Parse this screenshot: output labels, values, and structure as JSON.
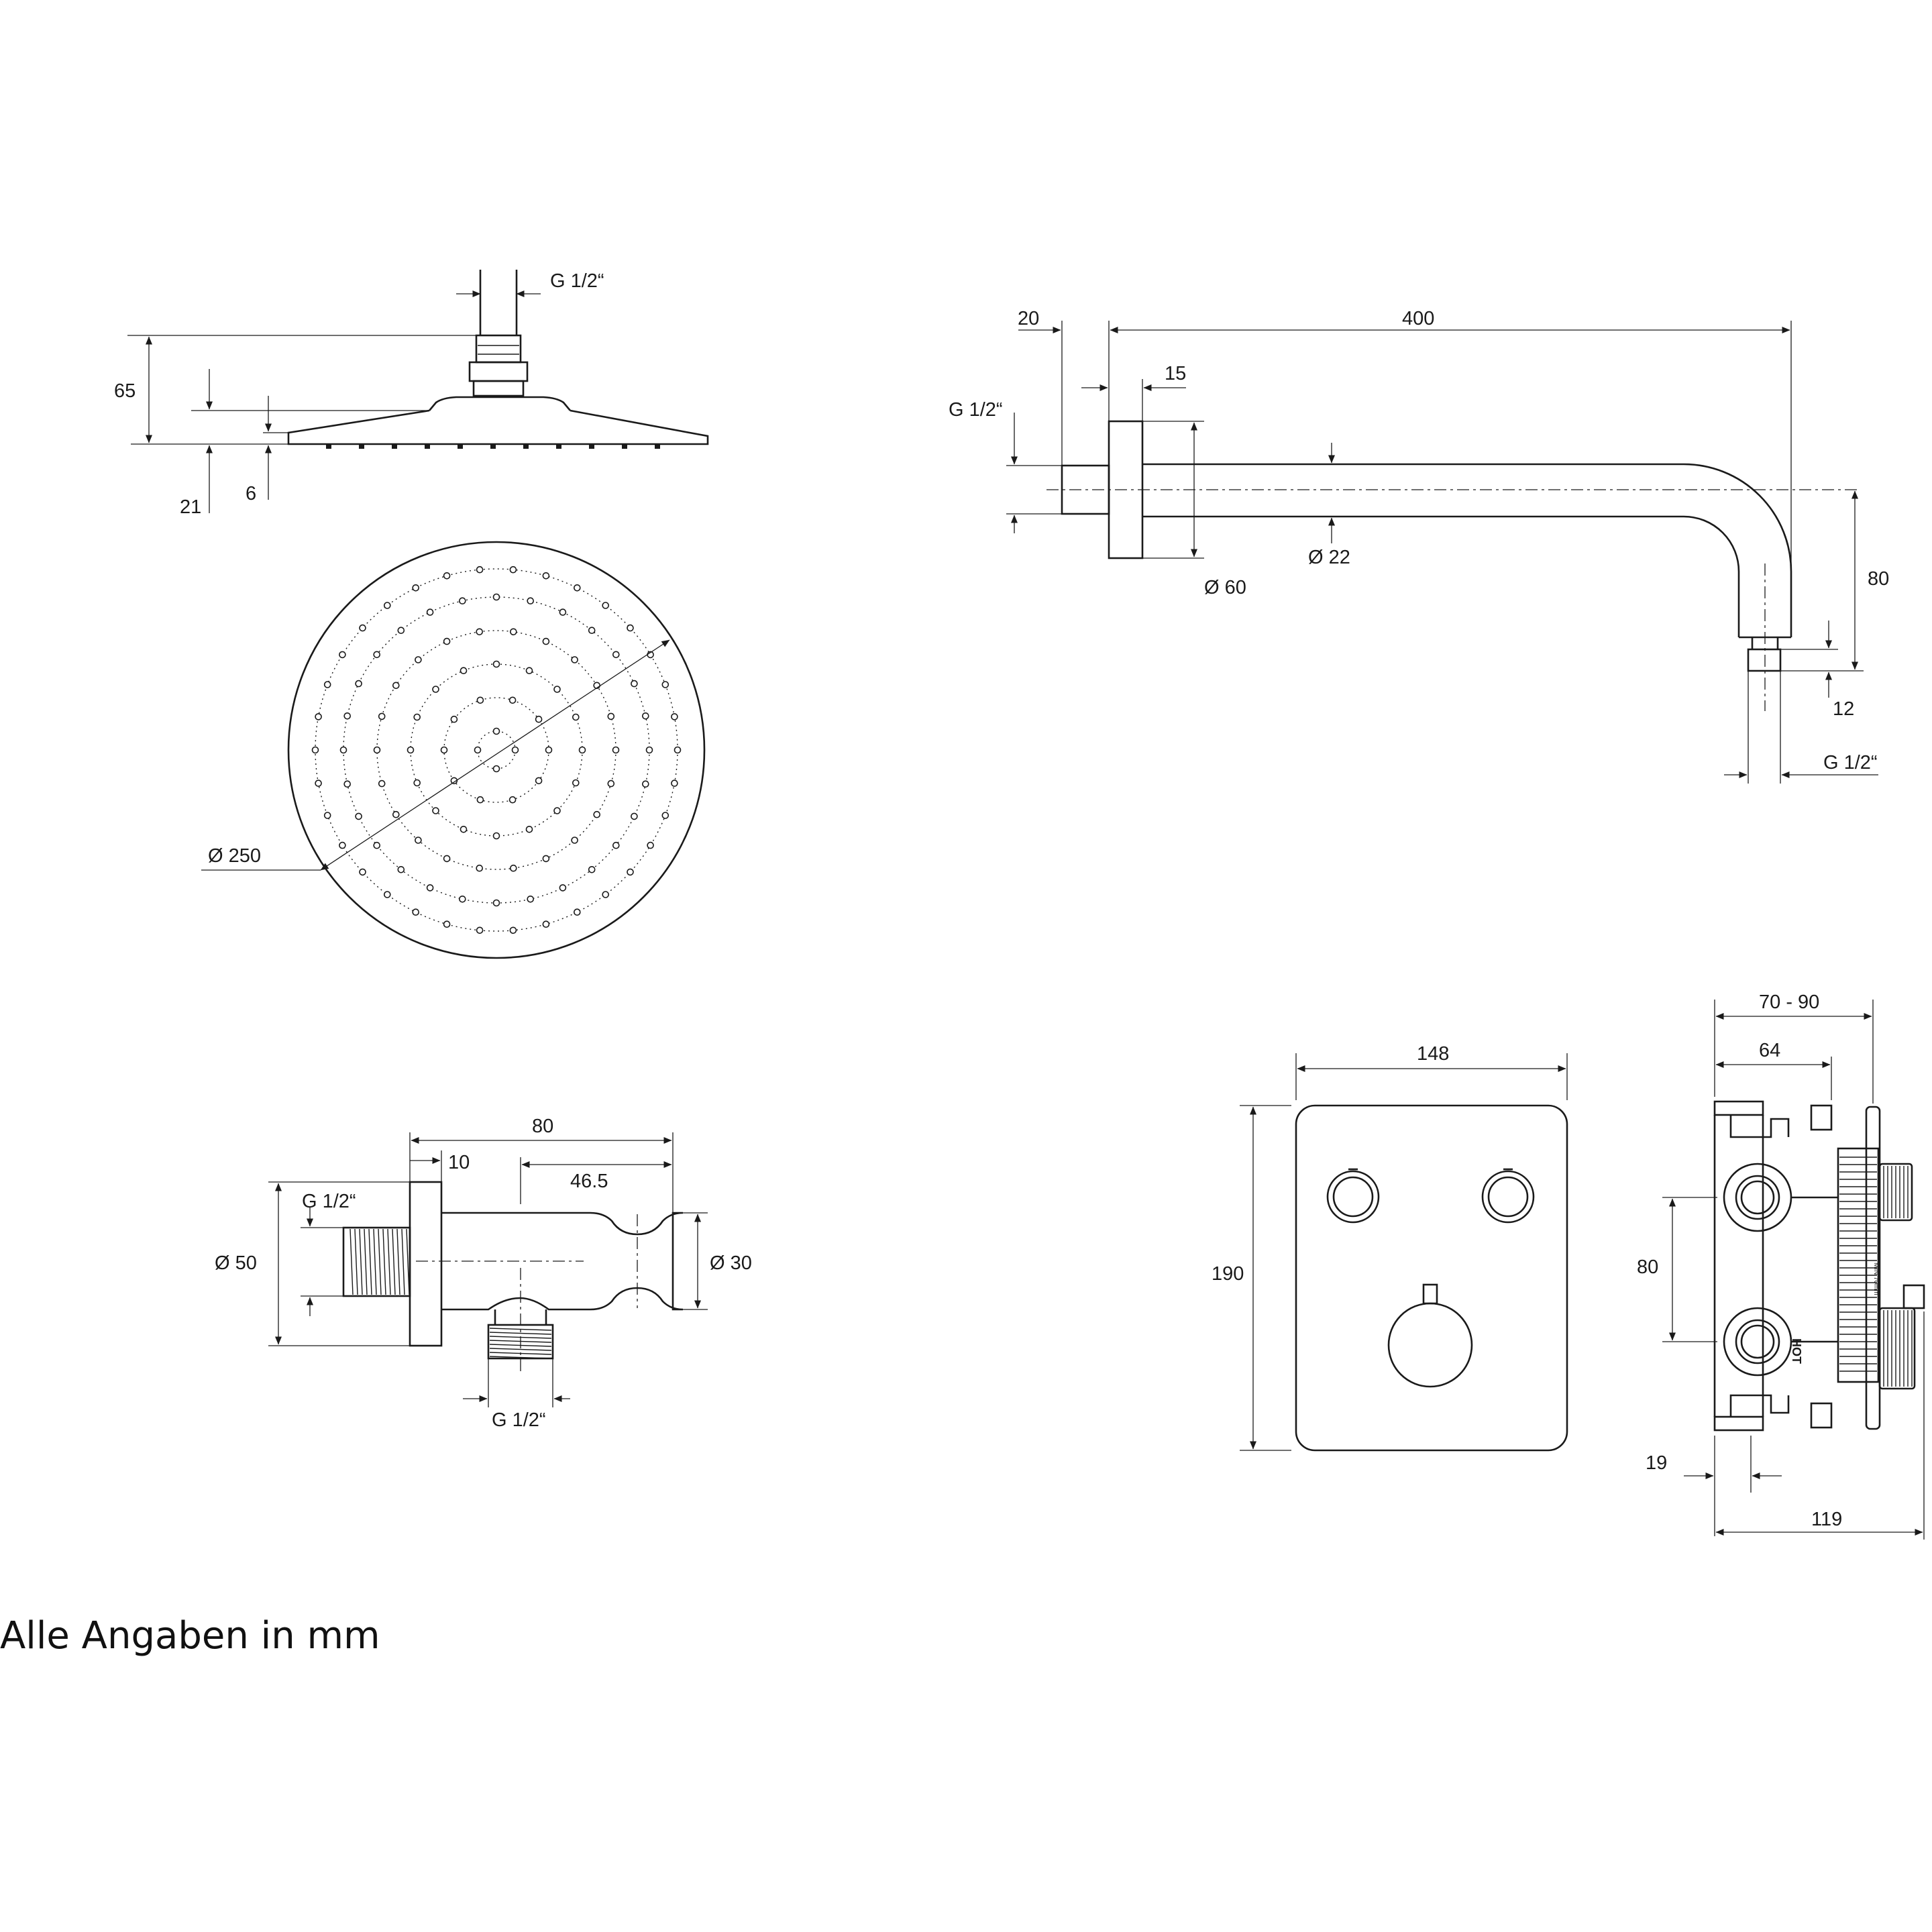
{
  "footer_note": "Alle Angaben in mm",
  "shower_head": {
    "thread_label": "G 1/2“",
    "height_total": "65",
    "height_body": "21",
    "plate_thickness": "6",
    "diameter": "Ø 250"
  },
  "shower_arm": {
    "flange_depth": "20",
    "length": "400",
    "flange_gap": "15",
    "inlet_thread": "G 1/2“",
    "pipe_diameter": "Ø 22",
    "flange_diameter": "Ø 60",
    "drop": "80",
    "nipple_length": "12",
    "outlet_thread": "G 1/2“"
  },
  "wall_outlet": {
    "length": "80",
    "flange_depth": "10",
    "holder_offset": "46.5",
    "inlet_thread": "G 1/2“",
    "flange_diameter": "Ø 50",
    "body_diameter": "Ø 30",
    "outlet_thread": "G 1/2“"
  },
  "thermostat_plate": {
    "width": "148",
    "height": "190"
  },
  "concealed_box": {
    "depth_range": "70 - 90",
    "depth_min": "64",
    "port_spacing": "80",
    "front_offset": "19",
    "total_depth": "119",
    "hot_label": "HOT",
    "small_label": "MIN 70mm"
  }
}
